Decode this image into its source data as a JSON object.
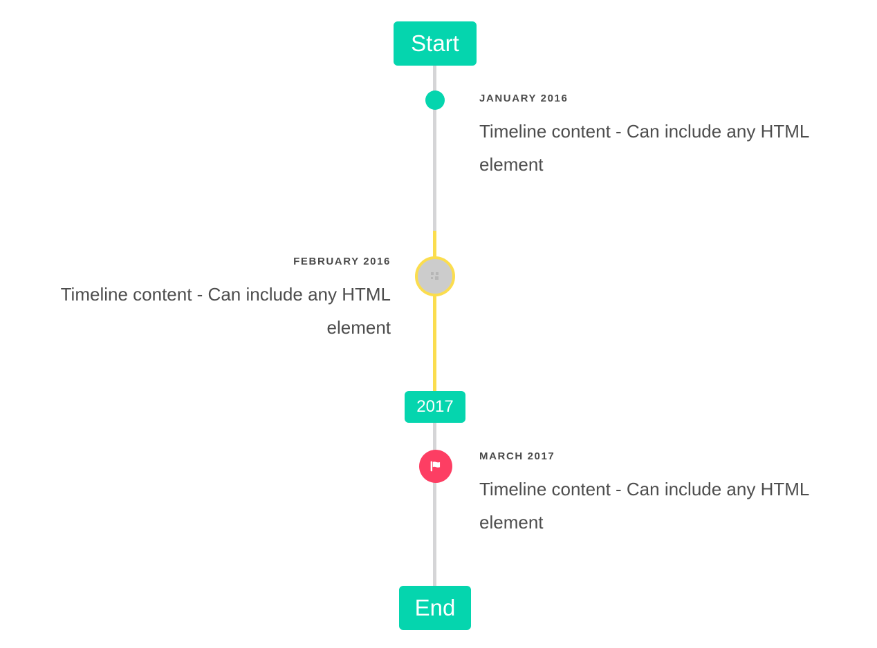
{
  "timeline": {
    "start_badge": {
      "label": "Start"
    },
    "end_badge": {
      "label": "End"
    },
    "mid_badge": {
      "label": "2017"
    },
    "colors": {
      "accent_teal": "#05d5ae",
      "rail_gray": "#d5d5d7",
      "rail_yellow": "#fbdd4e",
      "marker_pink": "#fd3e63",
      "marker_gray": "#cccccc",
      "date_text": "#4a4a4a",
      "body_text": "#4d4d4d",
      "background": "#ffffff"
    },
    "entries": [
      {
        "date": "JANUARY 2016",
        "body": "Timeline content - Can include any HTML element",
        "side": "right",
        "marker": "dot-icon"
      },
      {
        "date": "FEBRUARY 2016",
        "body": "Timeline content - Can include any HTML element",
        "side": "left",
        "marker": "broken-image-icon"
      },
      {
        "date": "MARCH 2017",
        "body": "Timeline content - Can include any HTML element",
        "side": "right",
        "marker": "flag-icon"
      }
    ]
  }
}
